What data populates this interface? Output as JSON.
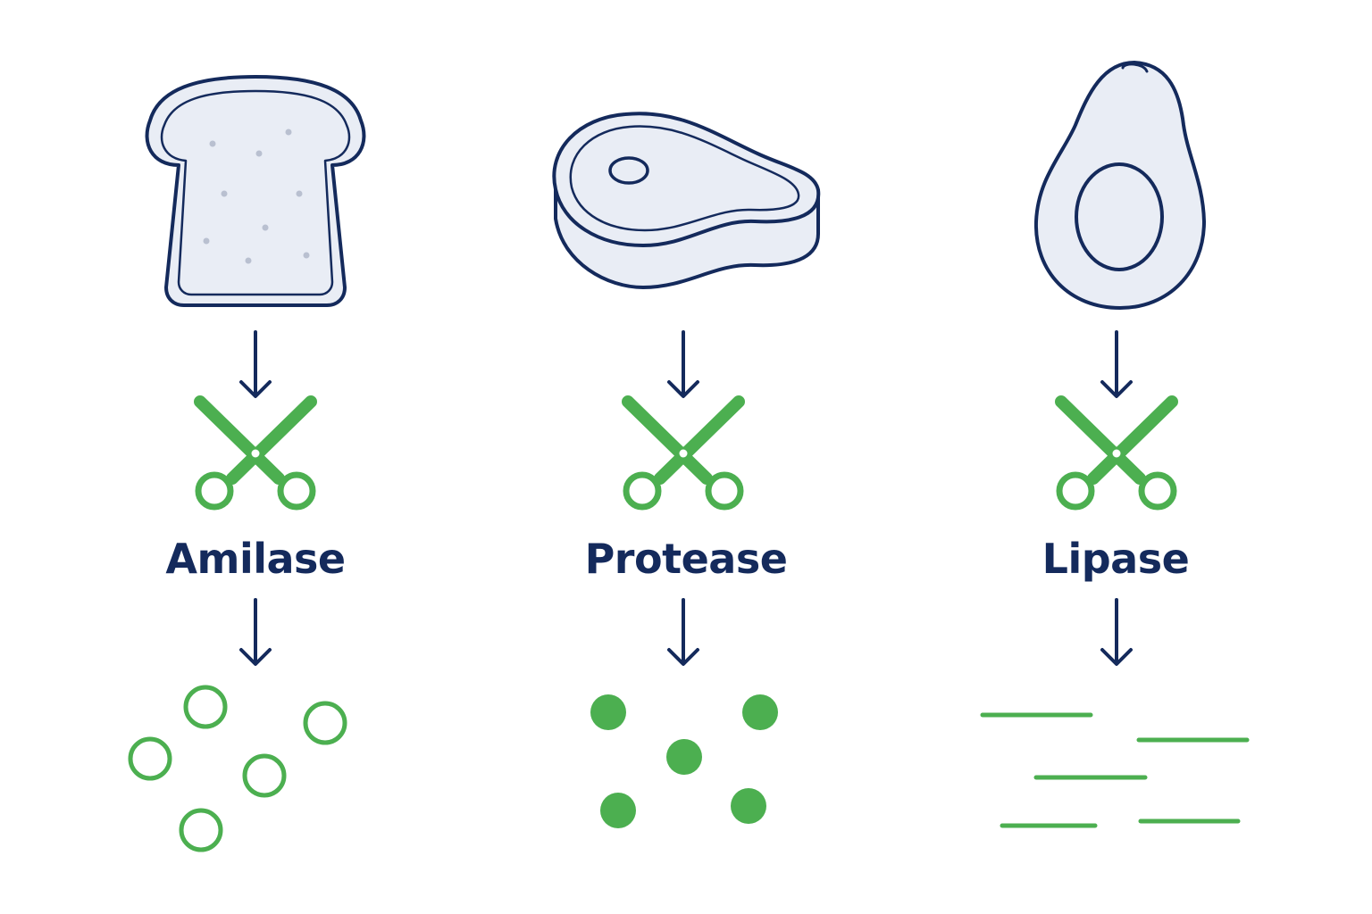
{
  "colors": {
    "navy": "#142a5c",
    "green": "#4caf50",
    "fill": "#e9edf5",
    "background": "#ffffff"
  },
  "columns": [
    {
      "food_icon": "bread-icon",
      "enzyme": "Amilase",
      "tool_icon": "scissors-icon",
      "product_icon": "hollow-circles-icon"
    },
    {
      "food_icon": "steak-icon",
      "enzyme": "Protease",
      "tool_icon": "scissors-icon",
      "product_icon": "solid-dots-icon"
    },
    {
      "food_icon": "avocado-icon",
      "enzyme": "Lipase",
      "tool_icon": "scissors-icon",
      "product_icon": "line-segments-icon"
    }
  ]
}
